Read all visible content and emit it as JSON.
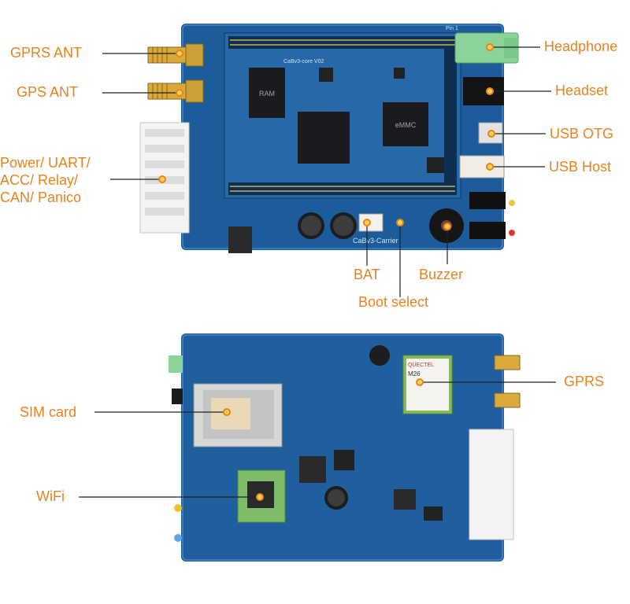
{
  "colors": {
    "accent": "#e8821e",
    "board": "#1f5f9e",
    "board_dark": "#17497a"
  },
  "labels": {
    "gprs_ant": "GPRS ANT",
    "gps_ant": "GPS ANT",
    "power_line1": "Power/ UART/",
    "power_line2": "ACC/ Relay/",
    "power_line3": "CAN/ Panico",
    "headphone": "Headphone",
    "headset": "Headset",
    "usb_otg": "USB OTG",
    "usb_host": "USB Host",
    "bat": "BAT",
    "buzzer": "Buzzer",
    "boot_select": "Boot select",
    "gprs": "GPRS",
    "sim_card": "SIM card",
    "wifi": "WiFi"
  },
  "silkscreen": {
    "ram": "RAM",
    "emmc": "eMMC",
    "core": "CaBv3-core V02",
    "carrier": "CaBv3-Carrier",
    "pin1": "Pin 1",
    "module": "M26",
    "brand": "QUECTEL"
  }
}
